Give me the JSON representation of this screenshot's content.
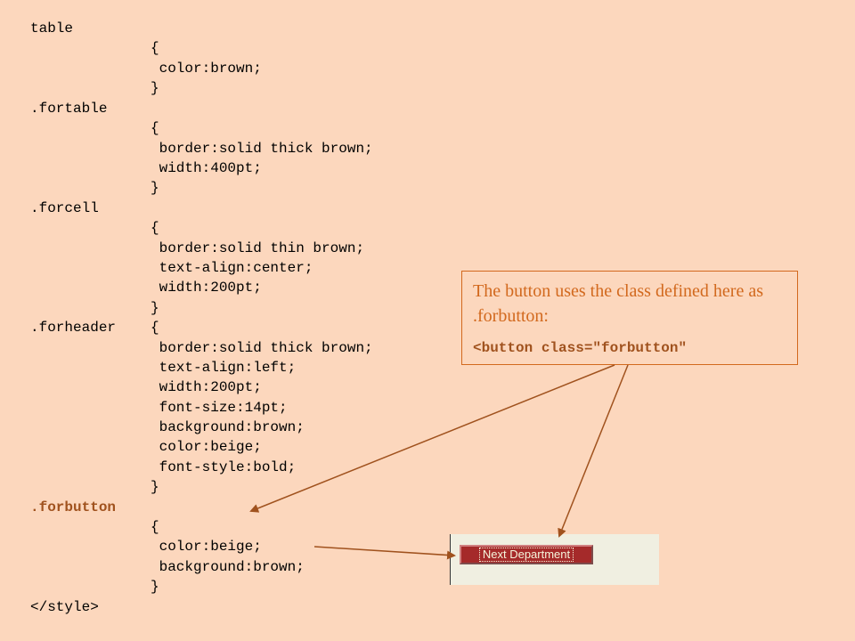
{
  "code_lines": [
    "table",
    "{",
    " color:brown;",
    "}",
    ".fortable",
    "{",
    " border:solid thick brown;",
    " width:400pt;",
    "}",
    ".forcell",
    "{",
    " border:solid thin brown;",
    " text-align:center;",
    " width:200pt;",
    "}",
    ".forheader",
    "{",
    " border:solid thick brown;",
    " text-align:left;",
    " width:200pt;",
    " font-size:14pt;",
    " background:brown;",
    " color:beige;",
    " font-style:bold;",
    "}",
    ".forbutton",
    "{",
    " color:beige;",
    " background:brown;",
    "}",
    "</style>"
  ],
  "callout": {
    "text": "The button uses the class defined here as .forbutton:",
    "code": "<button class=\"forbutton\""
  },
  "preview": {
    "button_label": "Next Department"
  },
  "colors": {
    "background": "#fcd7bd",
    "accent": "#d2691e",
    "code_highlight": "#a0521e",
    "button_bg": "#a52a2a",
    "button_text": "#f5f5dc",
    "preview_bg": "#f0efe1"
  }
}
